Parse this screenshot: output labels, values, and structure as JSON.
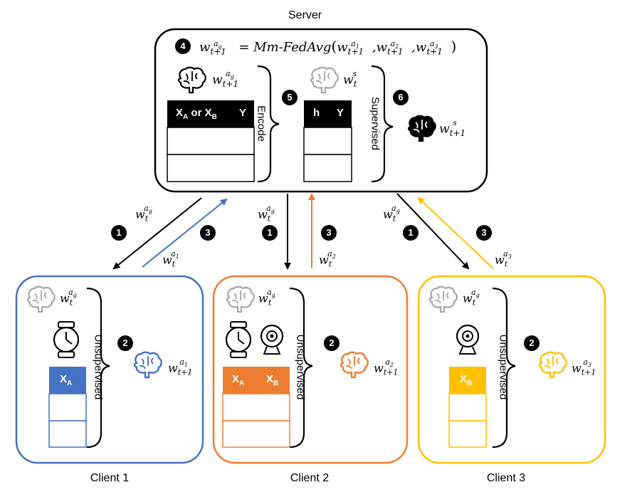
{
  "server": {
    "title": "Server",
    "formula": "Mm-FedAvg",
    "step_label_aggregate": "4",
    "step_label_encode": "5",
    "step_label_supervised": "6",
    "table1_header_col1": "X",
    "table1_header_subA": "A",
    "table1_header_or": "or",
    "table1_header_X2": "X",
    "table1_header_subB": "B",
    "table1_header_col2": "Y",
    "encode_label": "Encode",
    "table2_header_col1": "h",
    "table2_header_col2": "Y",
    "supervised_label": "Supervised"
  },
  "arrows": {
    "step1": "1",
    "step3": "3"
  },
  "clients": [
    {
      "caption": "Client 1",
      "label": "Unsupervised",
      "step": "2",
      "cols": [
        {
          "X": "X",
          "sub": "A"
        }
      ],
      "weight_sub": "1"
    },
    {
      "caption": "Client 2",
      "label": "Unsupervised",
      "step": "2",
      "cols": [
        {
          "X": "X",
          "sub": "A"
        },
        {
          "X": "X",
          "sub": "B"
        }
      ],
      "weight_sub": "2"
    },
    {
      "caption": "Client 3",
      "label": "Unsupervised",
      "step": "2",
      "cols": [
        {
          "X": "X",
          "sub": "B"
        }
      ],
      "weight_sub": "3"
    }
  ],
  "math": {
    "w": "w",
    "t": "t",
    "t1": "t+1",
    "ag": "a",
    "g": "g",
    "s": "s",
    "a": "a",
    "paren_open": "(",
    "paren_close": ")",
    "comma": ",",
    "eq": "="
  },
  "colors": {
    "client1": "#4472C4",
    "client2": "#ED7D31",
    "client3": "#FFC000",
    "gray_brain": "#A6A6A6",
    "black": "#000000"
  }
}
